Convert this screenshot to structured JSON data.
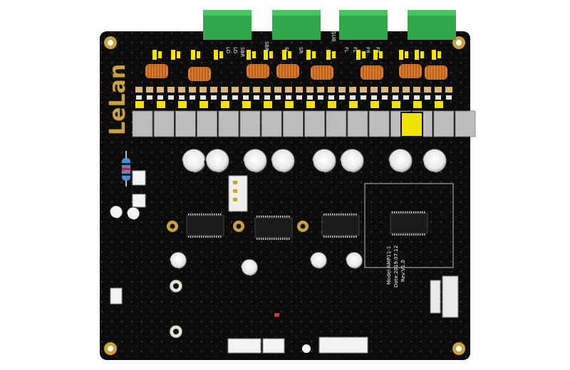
{
  "brand": {
    "logo_text": "LeLan"
  },
  "terminal_labels": {
    "t1": [
      "LO",
      "LO"
    ],
    "t2": [
      "SBR",
      "SBR",
      "SL",
      "SR"
    ],
    "t3": [
      "SUB",
      "FL",
      "FL",
      "FR",
      "FR"
    ]
  },
  "board_text": [
    "Model:AMP11-1",
    "Date:2019.07.12",
    "Rev:V1.0"
  ],
  "colors": {
    "board": "#0c0c0c",
    "terminal": "#2fa84a",
    "pad": "#c9a23a",
    "inductor": "#d9792b",
    "heatsink": "#bdbdbd",
    "capacitor_tan": "#d9b778",
    "yellow_block": "#f2e200"
  },
  "icons": [
    "resistor-icon",
    "inductor-icon",
    "electrolytic-capacitor-icon",
    "ic-chip-icon",
    "screw-terminal-icon",
    "mounting-hole-icon"
  ]
}
